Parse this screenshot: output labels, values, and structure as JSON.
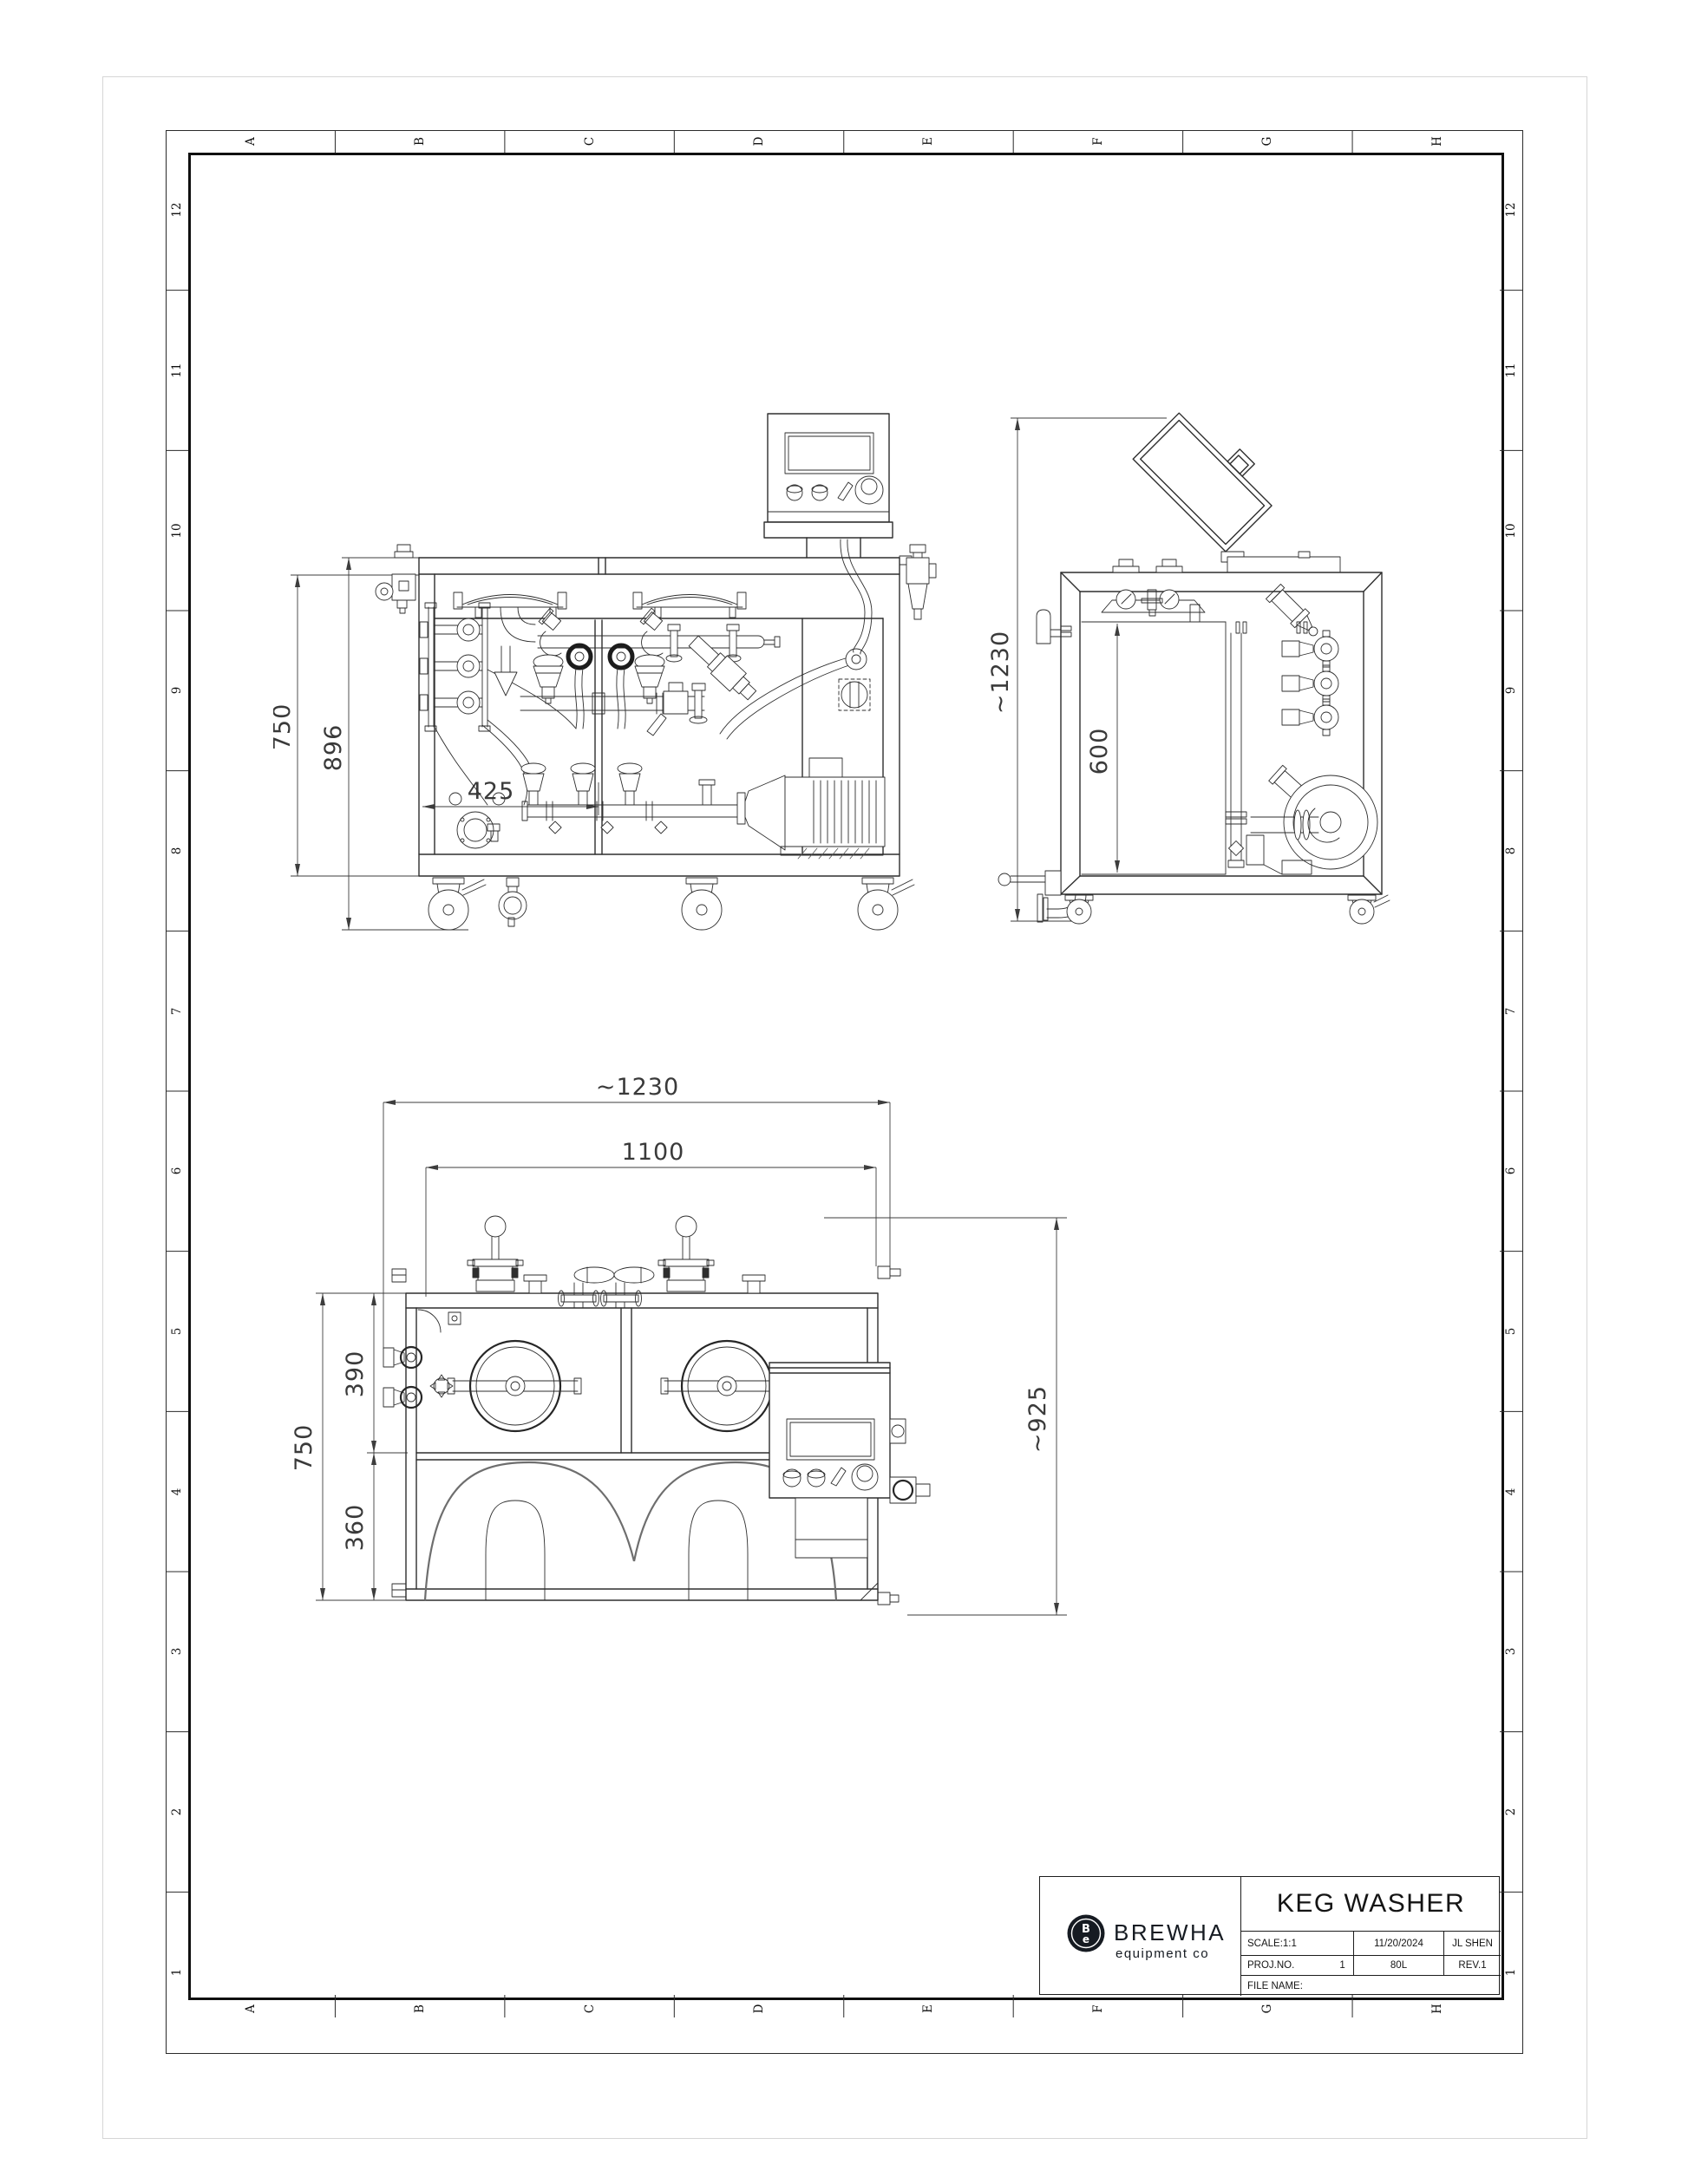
{
  "sheet": {
    "grid": {
      "cols": [
        "A",
        "B",
        "C",
        "D",
        "E",
        "F",
        "G",
        "H"
      ],
      "rows": [
        "12",
        "11",
        "10",
        "9",
        "8",
        "7",
        "6",
        "5",
        "4",
        "3",
        "2",
        "1"
      ]
    },
    "title_block": {
      "logo_brand": "BREWHA",
      "logo_sub": "equipment co",
      "monogram_top": "B",
      "monogram_bottom": "e",
      "title": "KEG WASHER",
      "scale": "SCALE:1:1",
      "date": "11/20/2024",
      "author": "JL SHEN",
      "proj_label": "PROJ.NO.",
      "proj_value": "1",
      "model": "80L",
      "revision": "REV.1",
      "file_label": "FILE NAME:"
    }
  },
  "views": {
    "front": {
      "dim_frame_height": "750",
      "dim_overall_height": "896",
      "dim_port_span": "425"
    },
    "side": {
      "dim_overall_height": "~1230",
      "dim_tank_depth": "600"
    },
    "plan": {
      "dim_overall_width": "~1230",
      "dim_body_width": "1100",
      "dim_front_depth": "390",
      "dim_overall_depth": "750",
      "dim_rear_depth": "360",
      "dim_overall_span": "~925"
    }
  }
}
